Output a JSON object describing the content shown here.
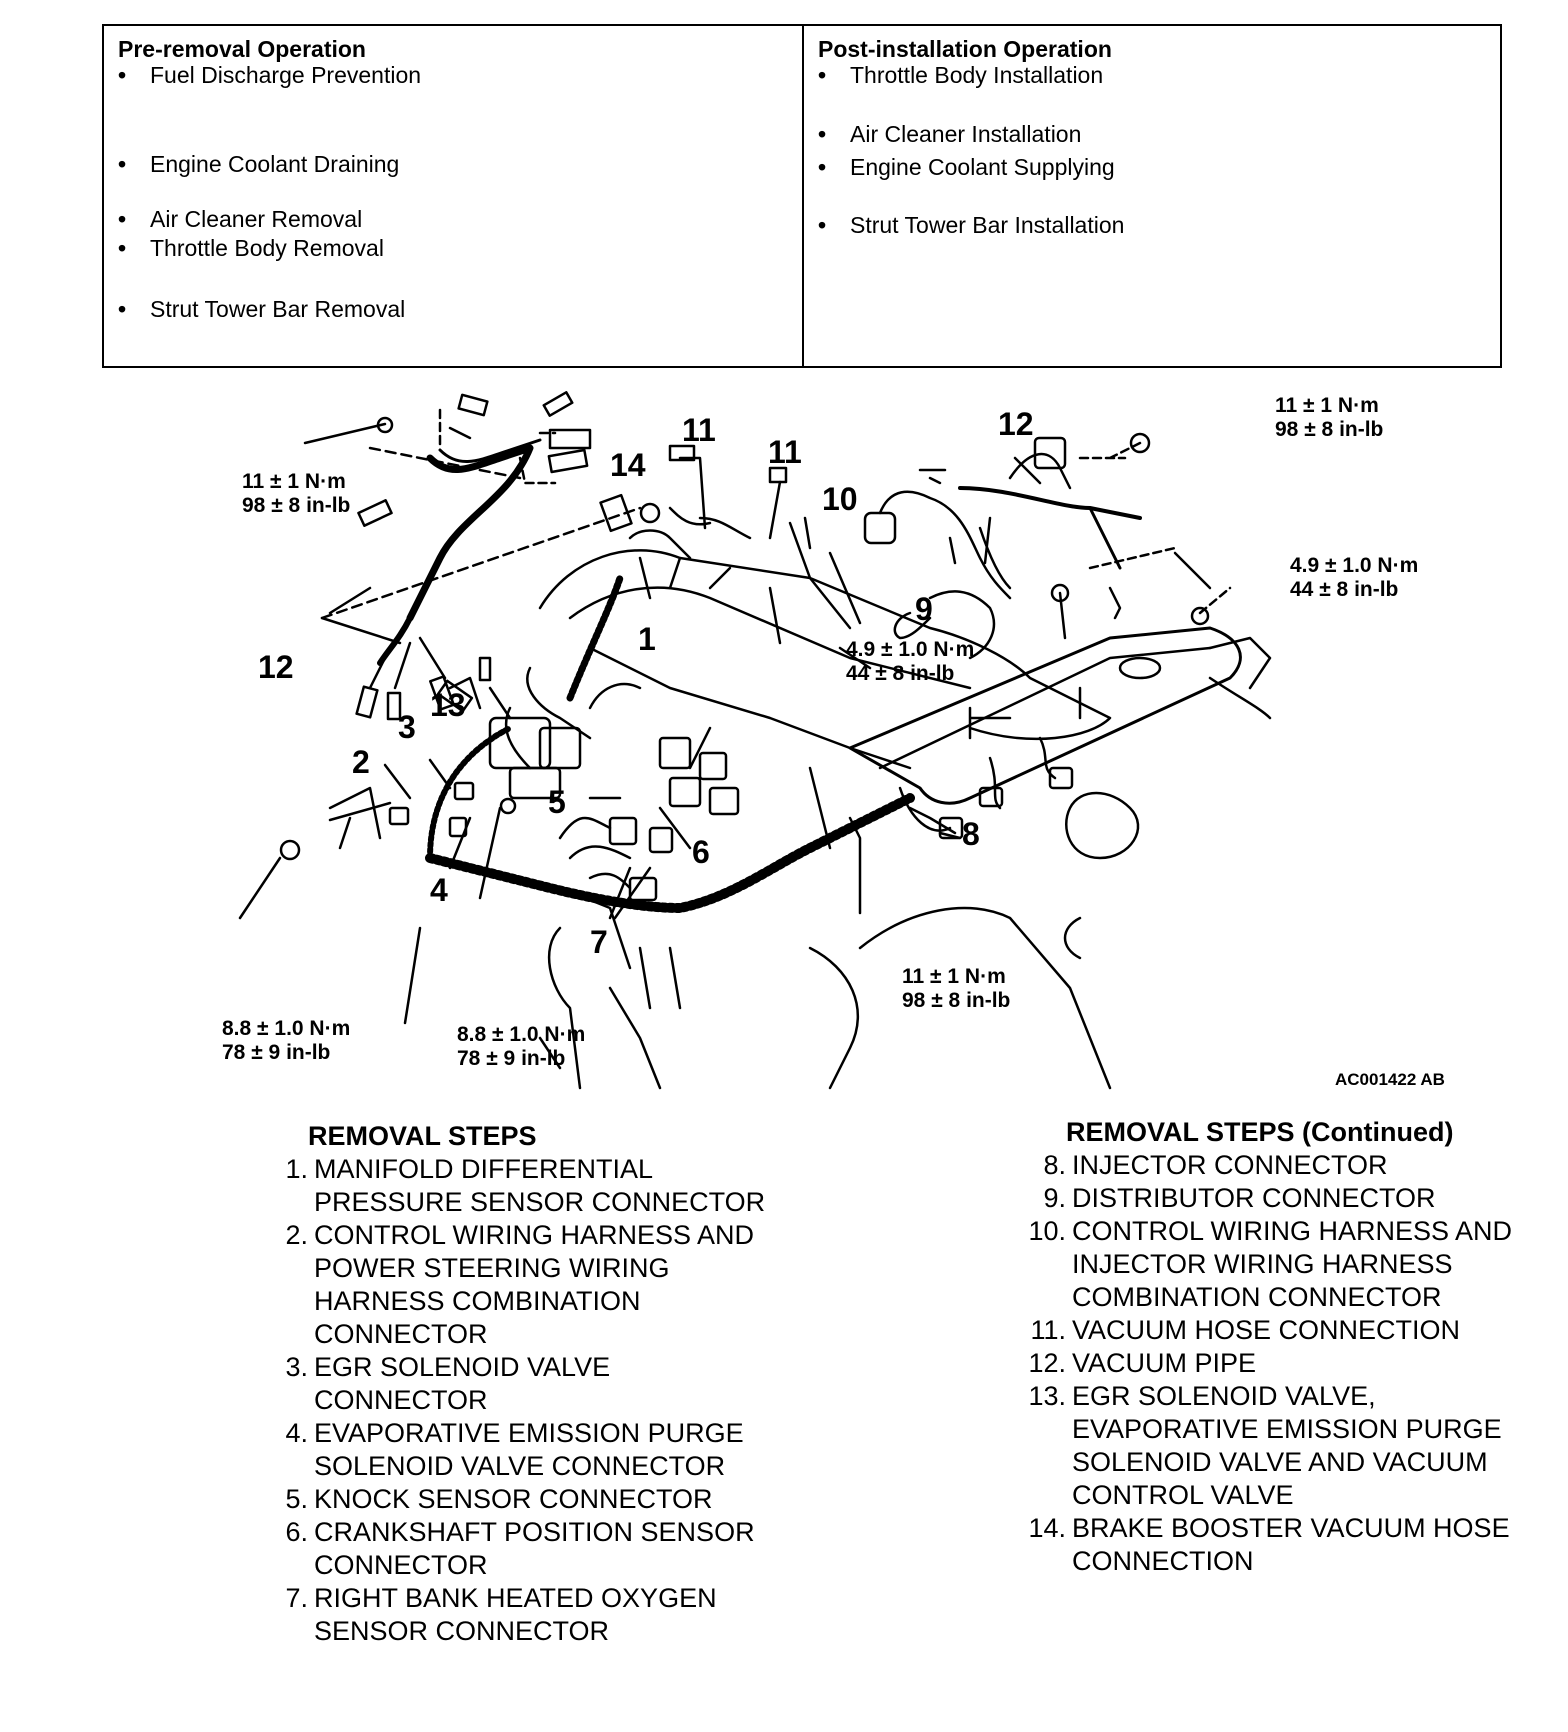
{
  "ops_table": {
    "pre": {
      "title": "Pre-removal Operation",
      "items": [
        "Fuel Discharge Prevention",
        "Engine Coolant Draining",
        "Air Cleaner Removal",
        "Throttle Body Removal",
        "Strut Tower Bar Removal"
      ]
    },
    "post": {
      "title": "Post-installation Operation",
      "items": [
        "Throttle Body Installation",
        "Air Cleaner Installation",
        "Engine Coolant Supplying",
        "Strut Tower Bar Installation"
      ]
    }
  },
  "diagram": {
    "callouts": [
      "1",
      "2",
      "3",
      "4",
      "5",
      "6",
      "7",
      "8",
      "9",
      "10",
      "11",
      "11",
      "12",
      "12",
      "13",
      "14"
    ],
    "torque_specs": [
      {
        "line1": "11 ± 1 N·m",
        "line2": "98 ± 8 in-lb"
      },
      {
        "line1": "11 ± 1 N·m",
        "line2": "98 ± 8 in-lb"
      },
      {
        "line1": "4.9 ± 1.0 N·m",
        "line2": "44 ± 8 in-lb"
      },
      {
        "line1": "4.9 ± 1.0 N·m",
        "line2": "44 ± 8 in-lb"
      },
      {
        "line1": "11 ± 1 N·m",
        "line2": "98 ± 8 in-lb"
      },
      {
        "line1": "8.8 ± 1.0 N·m",
        "line2": "78 ± 9 in-lb"
      },
      {
        "line1": "8.8 ± 1.0 N·m",
        "line2": "78 ± 9 in-lb"
      }
    ],
    "figure_id": "AC001422 AB"
  },
  "removal_steps": {
    "title": "REMOVAL STEPS",
    "title_continued": "REMOVAL STEPS (Continued)",
    "steps_left": [
      {
        "num": "1.",
        "text": "MANIFOLD DIFFERENTIAL",
        "text2": "PRESSURE SENSOR CONNECTOR"
      },
      {
        "num": "2.",
        "text": "CONTROL WIRING HARNESS AND",
        "text2": "POWER STEERING WIRING",
        "text3": "HARNESS COMBINATION",
        "text4": "CONNECTOR"
      },
      {
        "num": "3.",
        "text": "EGR SOLENOID VALVE",
        "text2": "CONNECTOR"
      },
      {
        "num": "4.",
        "text": "EVAPORATIVE EMISSION PURGE",
        "text2": "SOLENOID VALVE CONNECTOR"
      },
      {
        "num": "5.",
        "text": "KNOCK SENSOR CONNECTOR"
      },
      {
        "num": "6.",
        "text": "CRANKSHAFT POSITION SENSOR",
        "text2": "CONNECTOR"
      },
      {
        "num": "7.",
        "text": "RIGHT BANK HEATED OXYGEN",
        "text2": "SENSOR CONNECTOR"
      }
    ],
    "steps_right": [
      {
        "num": "8.",
        "text": "INJECTOR CONNECTOR"
      },
      {
        "num": "9.",
        "text": "DISTRIBUTOR CONNECTOR"
      },
      {
        "num": "10.",
        "text": "CONTROL WIRING HARNESS AND",
        "text2": "INJECTOR WIRING HARNESS",
        "text3": "COMBINATION CONNECTOR"
      },
      {
        "num": "11.",
        "text": "VACUUM HOSE CONNECTION"
      },
      {
        "num": "12.",
        "text": "VACUUM PIPE"
      },
      {
        "num": "13.",
        "text": "EGR SOLENOID VALVE,",
        "text2": "EVAPORATIVE EMISSION PURGE",
        "text3": "SOLENOID VALVE AND VACUUM",
        "text4": "CONTROL VALVE"
      },
      {
        "num": "14.",
        "text": "BRAKE BOOSTER VACUUM HOSE",
        "text2": "CONNECTION"
      }
    ]
  }
}
